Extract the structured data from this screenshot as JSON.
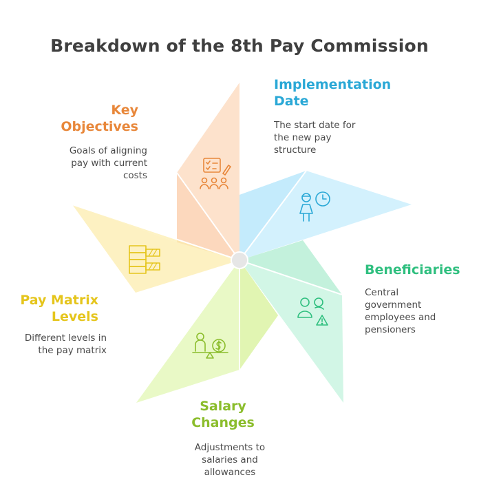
{
  "title": "Breakdown of the 8th Pay Commission",
  "colors": {
    "title": "#3f3f3f",
    "orange": "#e8873a",
    "blue": "#2aa8d6",
    "green": "#2fbf7f",
    "lime": "#8bbd2c",
    "yellow": "#e5c51c",
    "center_dot": "#e3e3e3"
  },
  "sections": {
    "key_objectives": {
      "heading": "Key\nObjectives",
      "description": "Goals of aligning\npay with current\ncosts",
      "icon": "checklist-team-icon"
    },
    "implementation_date": {
      "heading": "Implementation\nDate",
      "description": "The start date for\nthe new pay\nstructure",
      "icon": "person-clock-icon"
    },
    "beneficiaries": {
      "heading": "Beneficiaries",
      "description": "Central\ngovernment\nemployees and\npensioners",
      "icon": "users-warning-icon"
    },
    "salary_changes": {
      "heading": "Salary\nChanges",
      "description": "Adjustments to\nsalaries and\nallowances",
      "icon": "person-balance-money-icon"
    },
    "pay_matrix_levels": {
      "heading": "Pay Matrix\nLevels",
      "description": "Different levels in\nthe pay matrix",
      "icon": "matrix-grid-icon"
    }
  }
}
